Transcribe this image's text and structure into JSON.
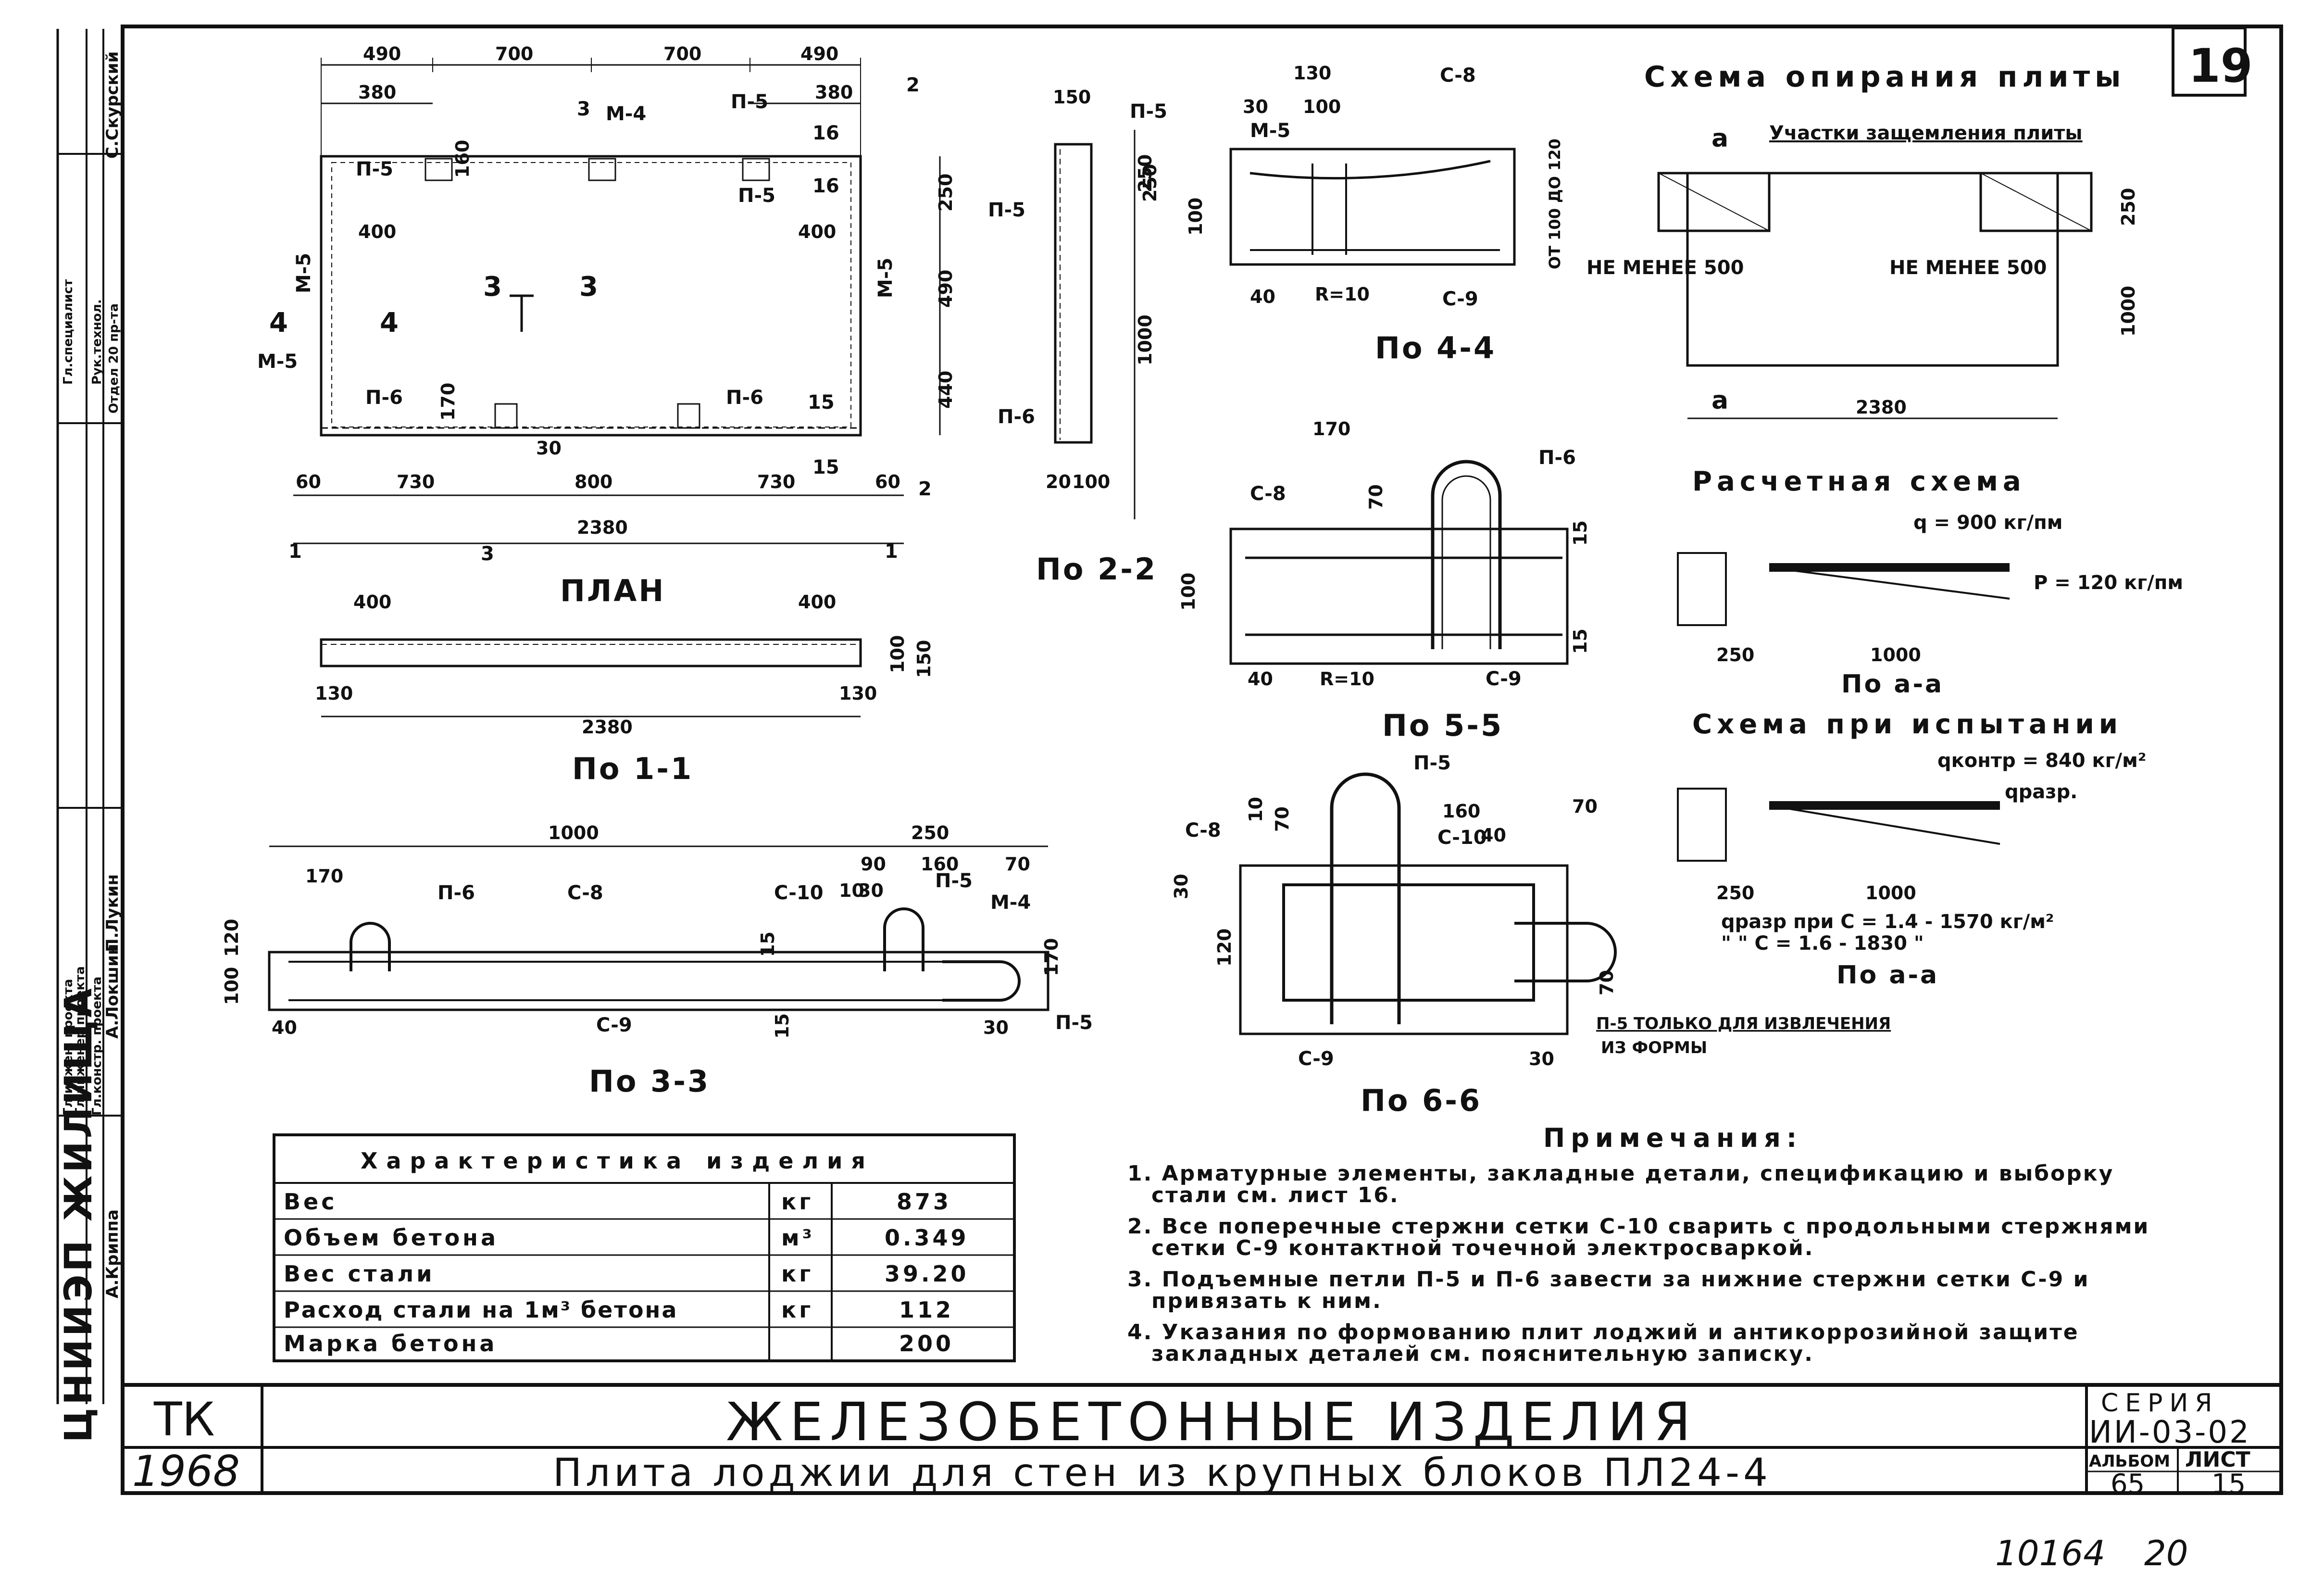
{
  "sheet_number": "19",
  "plan": {
    "top_dims": [
      "490",
      "700",
      "700",
      "490"
    ],
    "second_dims": [
      "380",
      "380"
    ],
    "labels": {
      "m4": "M-4",
      "p5": "П-5",
      "m5": "M-5",
      "p6": "П-6",
      "n16": "16",
      "n15": "15",
      "n3": "3",
      "n4": "4",
      "n2": "2",
      "n1": "1",
      "n160": "160",
      "n170": "170",
      "n400a": "400",
      "n400b": "400",
      "n30": "30"
    },
    "right_dims": [
      "250",
      "490",
      "440"
    ],
    "bottom_dims": [
      "60",
      "730",
      "800",
      "730",
      "60"
    ],
    "total": "2380",
    "caption": "ПЛАН"
  },
  "section_2_2": {
    "dims": [
      "150",
      "250",
      "1000",
      "20",
      "100"
    ],
    "labels": {
      "p5a": "П-5",
      "p5b": "П-5",
      "p6": "П-6"
    },
    "caption": "По 2-2"
  },
  "section_1_1": {
    "dims": [
      "400",
      "400",
      "130",
      "130",
      "100",
      "150",
      "2380"
    ],
    "caption": "По 1-1"
  },
  "section_3_3": {
    "dims": [
      "1000",
      "250",
      "170",
      "90",
      "160",
      "70",
      "10",
      "30",
      "40",
      "30",
      "15",
      "15",
      "170",
      "100",
      "120"
    ],
    "labels": {
      "p6": "П-6",
      "c8": "C-8",
      "c10": "C-10",
      "p5": "П-5",
      "m4": "M-4",
      "c9": "C-9",
      "p5b": "П-5"
    },
    "caption": "По 3-3"
  },
  "section_4_4": {
    "dims": [
      "130",
      "30",
      "100",
      "250",
      "100",
      "40",
      "R=10",
      "OT 100 ДО 120"
    ],
    "labels": {
      "c8": "C-8",
      "m5": "M-5",
      "c9": "C-9"
    },
    "caption": "По 4-4"
  },
  "section_5_5": {
    "dims": [
      "170",
      "70",
      "100",
      "15",
      "15",
      "40",
      "R=10"
    ],
    "labels": {
      "c8": "C-8",
      "p6": "П-6",
      "c9": "C-9"
    },
    "caption": "По 5-5"
  },
  "section_6_6": {
    "dims": [
      "10",
      "70",
      "160",
      "70",
      "40",
      "30",
      "120",
      "70",
      "30"
    ],
    "labels": {
      "p5": "П-5",
      "c8": "C-8",
      "c10": "C-10",
      "c9": "C-9",
      "note": "П-5 ТОЛЬКО ДЛЯ ИЗВЛЕЧЕНИЯ",
      "note2": "ИЗ ФОРМЫ"
    },
    "caption": "По 6-6"
  },
  "support_scheme": {
    "title": "Схема опирания плиты",
    "subtitle": "Участки защемления плиты",
    "a1": "a",
    "a2": "a",
    "min1": "НЕ МЕНЕЕ 500",
    "min2": "НЕ МЕНЕЕ 500",
    "d250": "250",
    "d1000": "1000",
    "d2380": "2380"
  },
  "calc_scheme": {
    "title": "Расчетная схема",
    "q": "q = 900 кг/пм",
    "p": "P = 120 кг/пм",
    "d250": "250",
    "d1000": "1000",
    "caption": "По a-a"
  },
  "test_scheme": {
    "title": "Схема при испытании",
    "qk": "qконтр = 840 кг/м²",
    "qr": "qразр.",
    "d250": "250",
    "d1000": "1000",
    "line1": "qразр при C = 1.4 - 1570 кг/м²",
    "line2": "\"      \"   C = 1.6 - 1830  \"",
    "caption": "По a-a"
  },
  "characteristics": {
    "title": "Характеристика изделия",
    "rows": [
      {
        "name": "Вес",
        "unit": "кг",
        "value": "873"
      },
      {
        "name": "Объем бетона",
        "unit": "м³",
        "value": "0.349"
      },
      {
        "name": "Вес стали",
        "unit": "кг",
        "value": "39.20"
      },
      {
        "name": "Расход стали на 1м³ бетона",
        "unit": "кг",
        "value": "112"
      },
      {
        "name": "Марка бетона",
        "unit": "",
        "value": "200"
      }
    ]
  },
  "notes": {
    "title": "Примечания:",
    "items": [
      "1. Арматурные элементы, закладные детали, спецификацию и выборку",
      "стали см. лист 16.",
      "2. Все поперечные стержни сетки C-10 сварить с продольными стержнями",
      "сетки C-9 контактной точечной электросваркой.",
      "3. Подъемные петли П-5 и П-6 завести за нижние стержни сетки C-9 и",
      "привязать к ним.",
      "4. Указания по формованию плит лоджий и антикоррозийной защите",
      "закладных деталей см. пояснительную записку."
    ]
  },
  "title_block": {
    "org": "ТК",
    "year": "1968",
    "title": "ЖЕЛЕЗОБЕТОННЫЕ ИЗДЕЛИЯ",
    "subtitle": "Плита лоджии для стен из крупных блоков ПЛ24-4",
    "series_label": "СЕРИЯ",
    "series": "ИИ-03-02",
    "album_label": "АЛЬБОМ",
    "album": "65",
    "sheet_label": "ЛИСТ",
    "sheet": "15"
  },
  "side_stamp": {
    "org": "ЦНИИЭП ЖИЛИЩА",
    "rows": [
      "Гл.инжен. проекта",
      "Гл.инженер проекта",
      "Гл.констр. проекта",
      "Гл.специалист",
      "Рук.технол.",
      "Отдел 20 пр-та"
    ],
    "names": [
      "А.Локшин",
      "П.Лукин",
      "А.Криппа",
      "С.Скурский"
    ]
  },
  "bottom_marks": {
    "left": "10164",
    "right": "20"
  }
}
